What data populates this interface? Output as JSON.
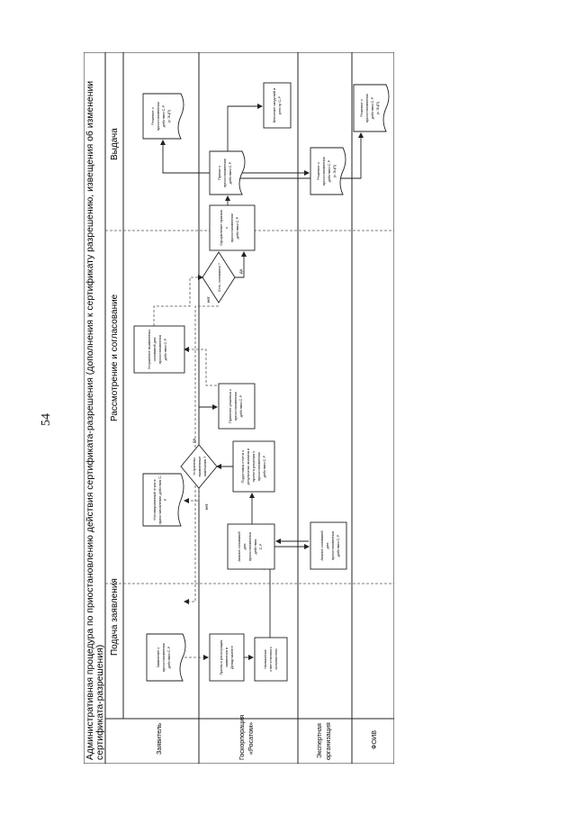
{
  "page_number": "54",
  "title": {
    "line1": "Административная процедура по приостановлению действия сертификата-разрешения (дополнения к сертификату разрешению, извещения об изменении",
    "line2": "сертификата-разрешения)"
  },
  "phases": [
    {
      "label": "Подача заявления"
    },
    {
      "label": "Рассмотрение и согласование"
    },
    {
      "label": "Выдача"
    }
  ],
  "lanes": [
    {
      "label": "Заявитель"
    },
    {
      "label_line1": "Госкорпорация",
      "label_line2": "«Росатом»"
    },
    {
      "label_line1": "Экспертная",
      "label_line2": "организация"
    },
    {
      "label": "ФОИВ"
    }
  ],
  "nodes": {
    "n1": {
      "lines": [
        "Заявление о",
        "приостановлении",
        "действия С-Р"
      ]
    },
    "n2": {
      "lines": [
        "Прием и регистрация",
        "заявления в",
        "Департаменте"
      ]
    },
    "n3": {
      "lines": [
        "Назначение",
        "ответственного",
        "исполнителя"
      ]
    },
    "n4": {
      "lines": [
        "Анализ оснований",
        "для",
        "приостановления",
        "действия",
        "С-Р"
      ]
    },
    "n5": {
      "lines": [
        "Анализ оснований",
        "для",
        "приостановления",
        "действия С-Р"
      ]
    },
    "n6": {
      "lines": [
        "Подготовка отчета о",
        "результатах анализа и",
        "проекта решения о",
        "приостановлении",
        "действия С-Р"
      ]
    },
    "n7": {
      "lines": [
        "Мотивированный отказ в",
        "приостановлении действия С-",
        "Р"
      ]
    },
    "n8": {
      "lines": [
        "Устранены",
        "выявленные",
        "замечания ?"
      ]
    },
    "n9": {
      "lines": [
        "Принятие решения о",
        "приостановлении",
        "действия С-Р"
      ]
    },
    "n10": {
      "lines": [
        "Устранение выявленных",
        "оснований для",
        "приостановления",
        "действия С-Р"
      ]
    },
    "n11": {
      "lines": [
        "Есть основания ?"
      ]
    },
    "n12": {
      "lines": [
        "Оформление приказа",
        "о",
        "приостановлении",
        "действия С-Р"
      ]
    },
    "n13": {
      "lines": [
        "Приказ о",
        "приостановлении",
        "действия С-Р"
      ]
    },
    "n14": {
      "lines": [
        "Решение о",
        "приостановлении",
        "действия С-Р",
        "(с ЭЦП)"
      ]
    },
    "n15": {
      "lines": [
        "Решение о",
        "приостановлении",
        "действия С-Р",
        "(с ЭЦП)"
      ]
    },
    "n16": {
      "lines": [
        "Внесение сведений в",
        "реестр С-Р"
      ]
    },
    "n17": {
      "lines": [
        "Решение о",
        "приостановлении",
        "действия С-Р",
        "(с ЭЦП)"
      ]
    }
  },
  "edge_labels": {
    "d1_no": "нет",
    "d1_yes": "да",
    "d2_no": "нет",
    "d2_yes": "да"
  }
}
